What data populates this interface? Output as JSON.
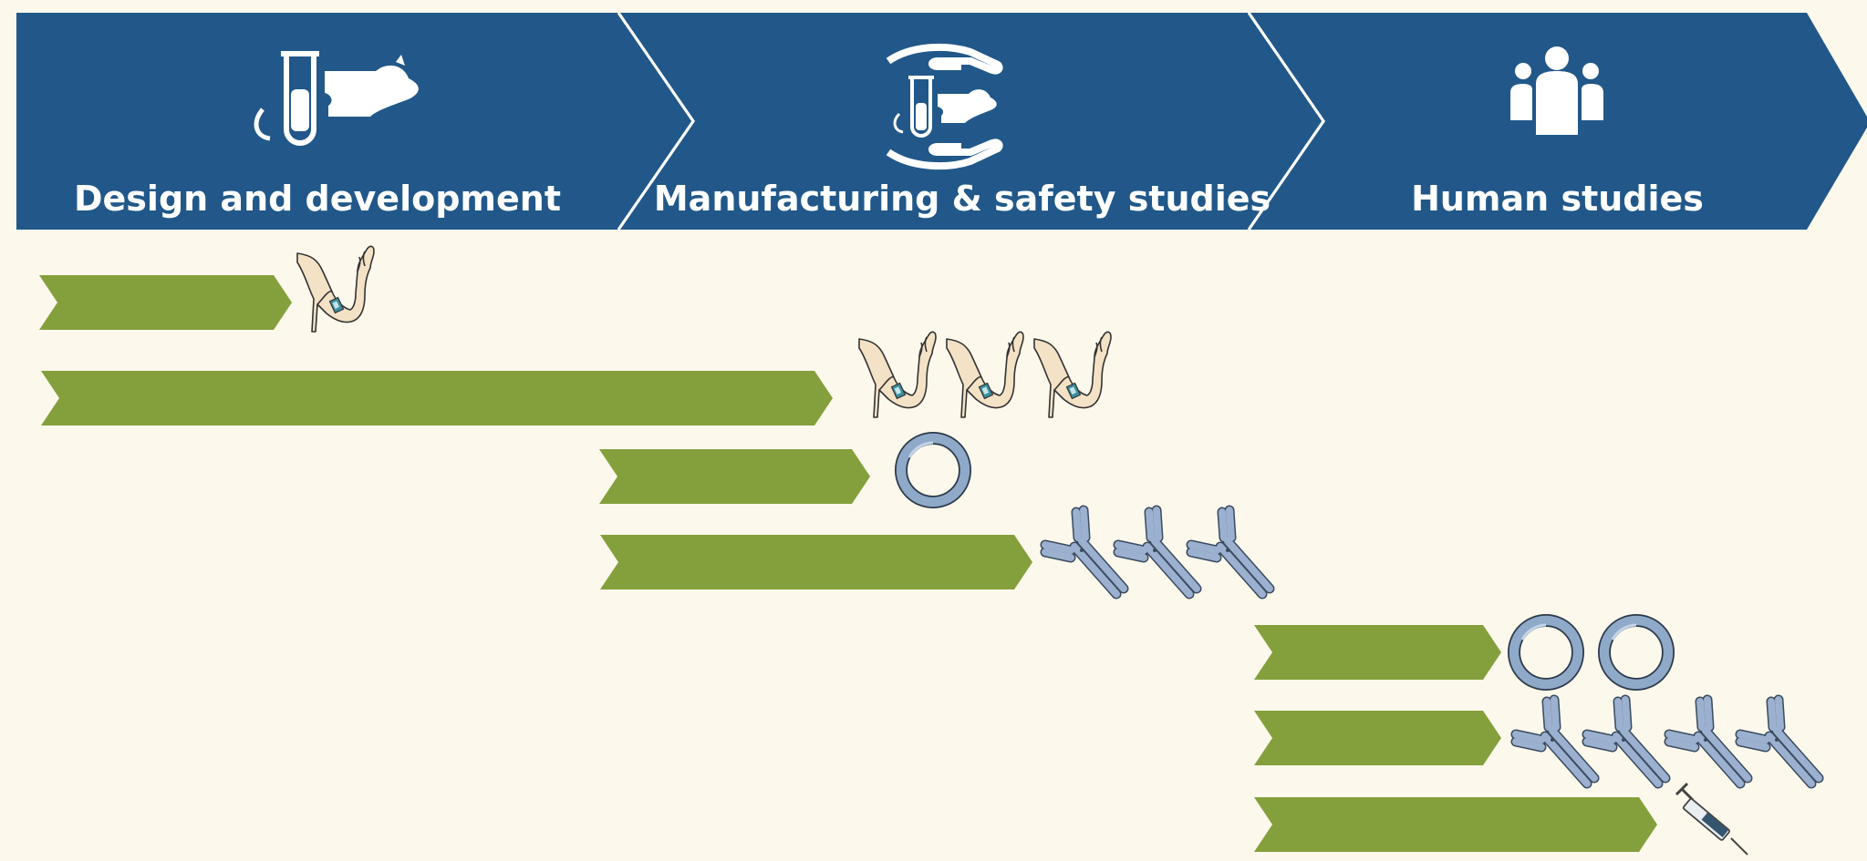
{
  "colors": {
    "background": "#fcf8ec",
    "header_blue": "#215889",
    "bar_green": "#84a03c",
    "icon_white": "#ffffff",
    "ring_blue": "#8fa9c9",
    "antibody_blue": "#9bb1cf",
    "skin": "#f4e2c6"
  },
  "phases": [
    {
      "label": "Design and development",
      "icon": "test-tube-and-mouse-icon"
    },
    {
      "label": "Manufacturing & safety studies",
      "icon": "hands-holding-test-tube-and-mouse-icon"
    },
    {
      "label": "Human studies",
      "icon": "group-of-people-icon"
    }
  ],
  "timeline_rows": [
    {
      "icons": [
        "arm-injection-icon"
      ],
      "count": 1
    },
    {
      "icons": [
        "arm-injection-icon"
      ],
      "count": 3
    },
    {
      "icons": [
        "ring-icon"
      ],
      "count": 1
    },
    {
      "icons": [
        "antibody-icon"
      ],
      "count": 3
    },
    {
      "icons": [
        "ring-icon"
      ],
      "count": 2
    },
    {
      "icons": [
        "antibody-icon"
      ],
      "count": 4
    },
    {
      "icons": [
        "syringe-icon"
      ],
      "count": 1
    }
  ]
}
